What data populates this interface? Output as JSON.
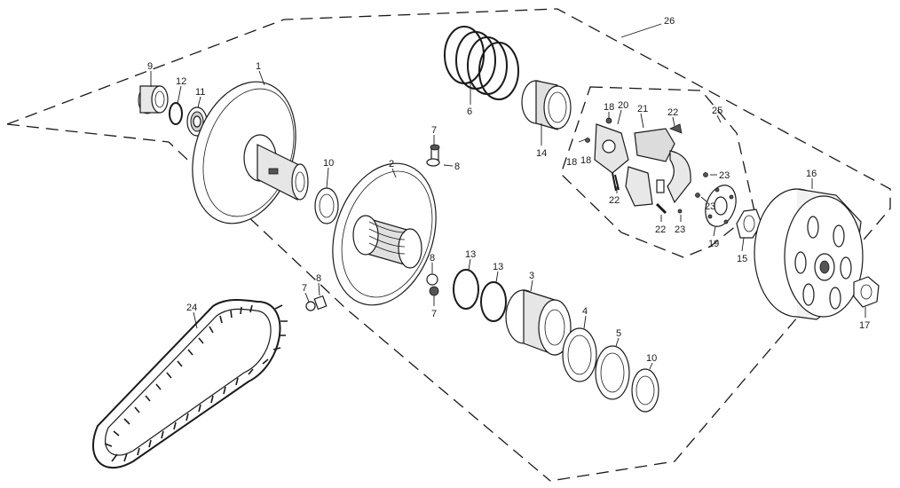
{
  "diagram": {
    "callouts": {
      "c1": "1",
      "c2": "2",
      "c3": "3",
      "c4": "4",
      "c5": "5",
      "c6": "6",
      "c7a": "7",
      "c7b": "7",
      "c7c": "7",
      "c8a": "8",
      "c8b": "8",
      "c8c": "8",
      "c9": "9",
      "c10a": "10",
      "c10b": "10",
      "c11": "11",
      "c12": "12",
      "c13a": "13",
      "c13b": "13",
      "c14": "14",
      "c15": "15",
      "c16": "16",
      "c17": "17",
      "c18a": "18",
      "c18b": "18",
      "c18c": "18",
      "c19": "19",
      "c20": "20",
      "c21": "21",
      "c22a": "22",
      "c22b": "22",
      "c22c": "22",
      "c23a": "23",
      "c23b": "23",
      "c23c": "23",
      "c24": "24",
      "c25": "25",
      "c26": "26"
    }
  }
}
